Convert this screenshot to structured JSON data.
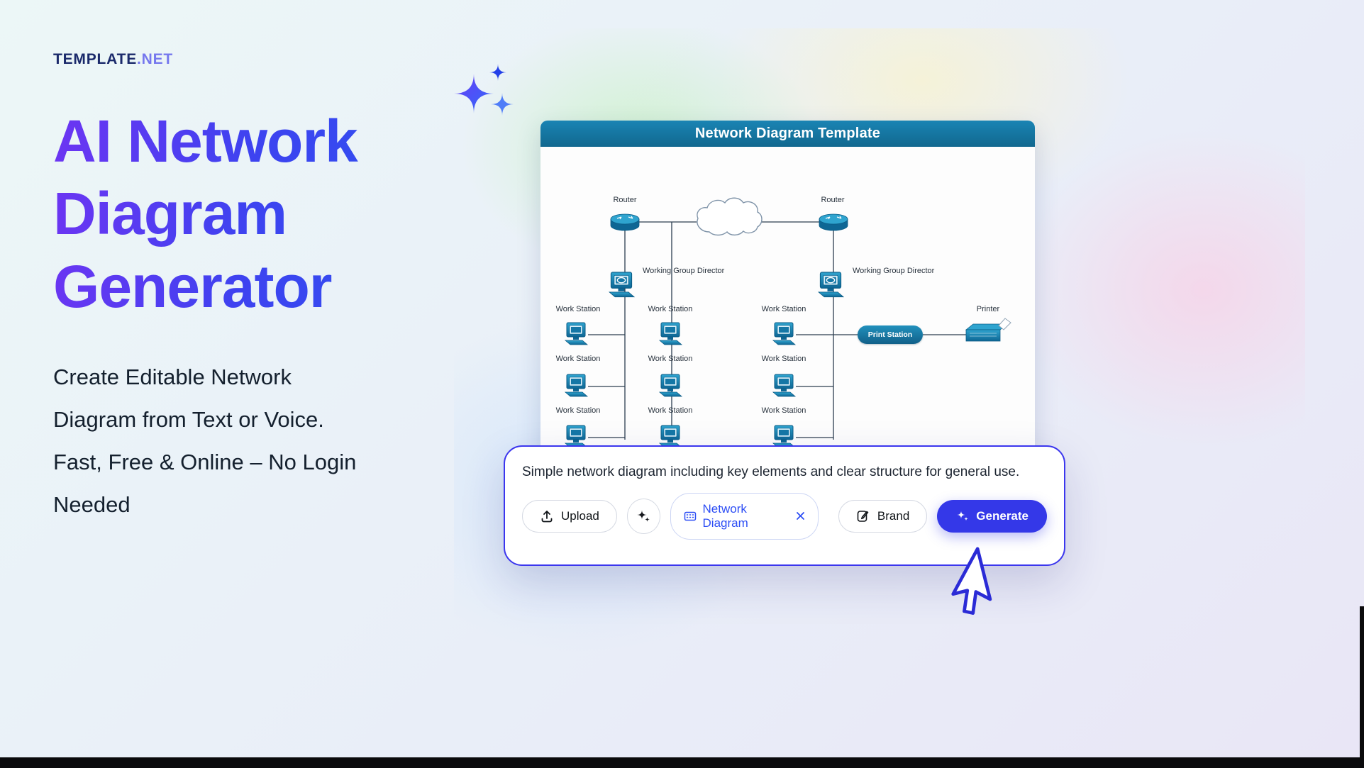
{
  "logo": {
    "bold": "TEMPLATE",
    "light": ".NET"
  },
  "hero": {
    "title_lines": [
      "AI Network",
      "Diagram",
      "Generator"
    ],
    "subtitle_lines": [
      "Create Editable Network",
      "Diagram from Text or Voice.",
      "Fast, Free & Online – No Login",
      "Needed"
    ]
  },
  "preview_card": {
    "header": "Network Diagram Template",
    "diagram": {
      "router_label": "Router",
      "working_group_director_label": "Working Group Director",
      "work_station_label": "Work Station",
      "print_station_label": "Print Station",
      "printer_label": "Printer"
    }
  },
  "prompt_bar": {
    "prompt_text": "Simple network diagram including key elements and clear structure for general use.",
    "upload_button": "Upload",
    "type_chip": "Network Diagram",
    "brand_button": "Brand",
    "generate_button": "Generate"
  },
  "colors": {
    "accent": "#3438e8",
    "title_gradient_start": "#6d35f2",
    "title_gradient_end": "#2b55f0",
    "diagram_header_teal": "#1a84b4",
    "chip_text_blue": "#2d4ef5"
  }
}
